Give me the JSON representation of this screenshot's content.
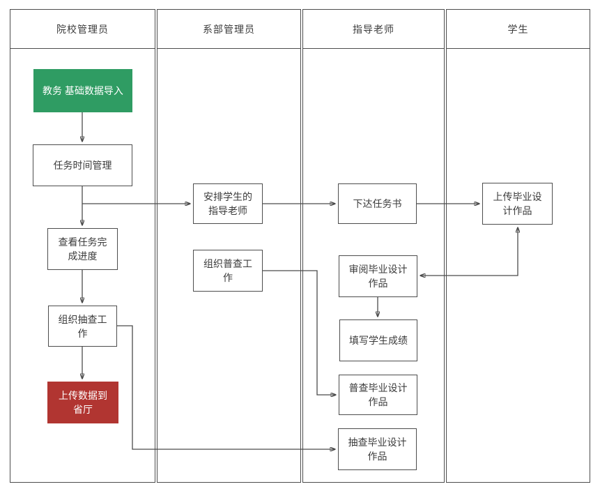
{
  "diagram": {
    "type": "swimlane-flowchart",
    "lanes": [
      {
        "title": "院校管理员"
      },
      {
        "title": "系部管理员"
      },
      {
        "title": "指导老师"
      },
      {
        "title": "学生"
      }
    ],
    "nodes": {
      "import_data": {
        "label": "教务 基础数据导入",
        "lane": "院校管理员",
        "kind": "start"
      },
      "task_time": {
        "label": "任务时间管理",
        "lane": "院校管理员",
        "kind": "process"
      },
      "view_progress": {
        "label": [
          "查看任务完",
          "成进度"
        ],
        "lane": "院校管理员",
        "kind": "process"
      },
      "org_spot_check": {
        "label": [
          "组织抽查工",
          "作"
        ],
        "lane": "院校管理员",
        "kind": "process"
      },
      "upload_to_province": {
        "label": [
          "上传数据到",
          "省厅"
        ],
        "lane": "院校管理员",
        "kind": "end"
      },
      "assign_teacher": {
        "label": [
          "安排学生的",
          "指导老师"
        ],
        "lane": "系部管理员",
        "kind": "process"
      },
      "org_census": {
        "label": [
          "组织普查工",
          "作"
        ],
        "lane": "系部管理员",
        "kind": "process"
      },
      "issue_task": {
        "label": "下达任务书",
        "lane": "指导老师",
        "kind": "process"
      },
      "review_works": {
        "label": [
          "审阅毕业设计",
          "作品"
        ],
        "lane": "指导老师",
        "kind": "process"
      },
      "fill_grades": {
        "label": "填写学生成绩",
        "lane": "指导老师",
        "kind": "process"
      },
      "census_works": {
        "label": [
          "普查毕业设计",
          "作品"
        ],
        "lane": "指导老师",
        "kind": "process"
      },
      "spot_check_works": {
        "label": [
          "抽查毕业设计",
          "作品"
        ],
        "lane": "指导老师",
        "kind": "process"
      },
      "upload_works": {
        "label": [
          "上传毕业设",
          "计作品"
        ],
        "lane": "学生",
        "kind": "process"
      }
    },
    "edges": [
      {
        "from": "import_data",
        "to": "task_time"
      },
      {
        "from": "task_time",
        "to": "view_progress"
      },
      {
        "from": "task_time",
        "to": "assign_teacher"
      },
      {
        "from": "assign_teacher",
        "to": "issue_task"
      },
      {
        "from": "issue_task",
        "to": "upload_works"
      },
      {
        "from": "view_progress",
        "to": "org_spot_check"
      },
      {
        "from": "org_spot_check",
        "to": "upload_to_province"
      },
      {
        "from": "org_spot_check",
        "to": "spot_check_works"
      },
      {
        "from": "org_census",
        "to": "census_works"
      },
      {
        "from": "review_works",
        "to": "fill_grades"
      },
      {
        "from": "upload_works",
        "to": "review_works",
        "bidirectional": true
      }
    ],
    "colors": {
      "start_fill": "#2f9c63",
      "end_fill": "#b13531",
      "line": "#4a4a4a",
      "border": "#4c4c4c",
      "text": "#3b3b3b",
      "background": "#ffffff"
    }
  }
}
